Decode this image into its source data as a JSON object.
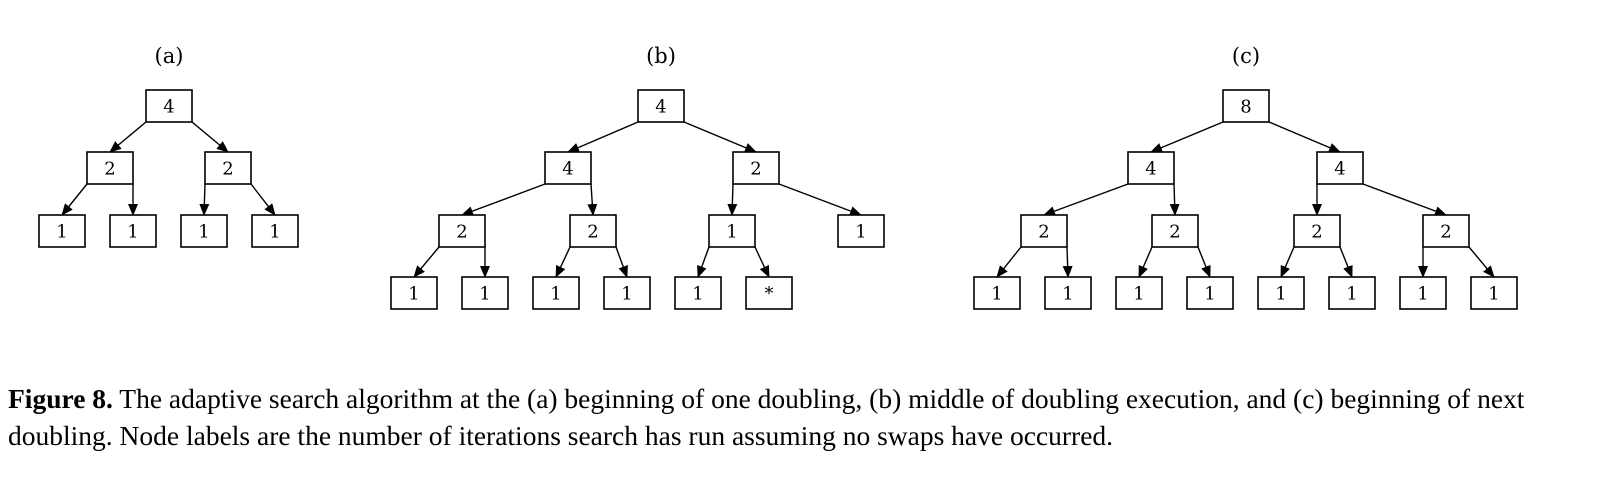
{
  "figure": {
    "caption_label": "Figure 8.",
    "caption_text": " The adaptive search algorithm at the (a) beginning of one doubling, (b) middle of doubling execution, and (c) beginning of next doubling. Node labels are the number of iterations search has run assuming no swaps have occurred."
  },
  "trees": [
    {
      "id": "a",
      "label": "(a)",
      "nodes": [
        {
          "id": "a0",
          "text": "4"
        },
        {
          "id": "a1",
          "text": "2"
        },
        {
          "id": "a2",
          "text": "2"
        },
        {
          "id": "a3",
          "text": "1"
        },
        {
          "id": "a4",
          "text": "1"
        },
        {
          "id": "a5",
          "text": "1"
        },
        {
          "id": "a6",
          "text": "1"
        }
      ],
      "edges": [
        [
          "a0",
          "a1"
        ],
        [
          "a0",
          "a2"
        ],
        [
          "a1",
          "a3"
        ],
        [
          "a1",
          "a4"
        ],
        [
          "a2",
          "a5"
        ],
        [
          "a2",
          "a6"
        ]
      ]
    },
    {
      "id": "b",
      "label": "(b)",
      "nodes": [
        {
          "id": "b0",
          "text": "4"
        },
        {
          "id": "b1",
          "text": "4"
        },
        {
          "id": "b2",
          "text": "2"
        },
        {
          "id": "b3",
          "text": "2"
        },
        {
          "id": "b4",
          "text": "2"
        },
        {
          "id": "b5",
          "text": "1"
        },
        {
          "id": "b6",
          "text": "1"
        },
        {
          "id": "b7",
          "text": "1"
        },
        {
          "id": "b8",
          "text": "1"
        },
        {
          "id": "b9",
          "text": "1"
        },
        {
          "id": "b10",
          "text": "1"
        },
        {
          "id": "b11",
          "text": "1"
        },
        {
          "id": "b12",
          "text": "*"
        }
      ],
      "edges": [
        [
          "b0",
          "b1"
        ],
        [
          "b0",
          "b2"
        ],
        [
          "b1",
          "b3"
        ],
        [
          "b1",
          "b4"
        ],
        [
          "b2",
          "b5"
        ],
        [
          "b2",
          "b6"
        ],
        [
          "b3",
          "b7"
        ],
        [
          "b3",
          "b8"
        ],
        [
          "b4",
          "b9"
        ],
        [
          "b4",
          "b10"
        ],
        [
          "b5",
          "b11"
        ],
        [
          "b5",
          "b12"
        ]
      ]
    },
    {
      "id": "c",
      "label": "(c)",
      "nodes": [
        {
          "id": "c0",
          "text": "8"
        },
        {
          "id": "c1",
          "text": "4"
        },
        {
          "id": "c2",
          "text": "4"
        },
        {
          "id": "c3",
          "text": "2"
        },
        {
          "id": "c4",
          "text": "2"
        },
        {
          "id": "c5",
          "text": "2"
        },
        {
          "id": "c6",
          "text": "2"
        },
        {
          "id": "c7",
          "text": "1"
        },
        {
          "id": "c8",
          "text": "1"
        },
        {
          "id": "c9",
          "text": "1"
        },
        {
          "id": "c10",
          "text": "1"
        },
        {
          "id": "c11",
          "text": "1"
        },
        {
          "id": "c12",
          "text": "1"
        },
        {
          "id": "c13",
          "text": "1"
        },
        {
          "id": "c14",
          "text": "1"
        }
      ],
      "edges": [
        [
          "c0",
          "c1"
        ],
        [
          "c0",
          "c2"
        ],
        [
          "c1",
          "c3"
        ],
        [
          "c1",
          "c4"
        ],
        [
          "c2",
          "c5"
        ],
        [
          "c2",
          "c6"
        ],
        [
          "c3",
          "c7"
        ],
        [
          "c3",
          "c8"
        ],
        [
          "c4",
          "c9"
        ],
        [
          "c4",
          "c10"
        ],
        [
          "c5",
          "c11"
        ],
        [
          "c5",
          "c12"
        ],
        [
          "c6",
          "c13"
        ],
        [
          "c6",
          "c14"
        ]
      ]
    }
  ]
}
